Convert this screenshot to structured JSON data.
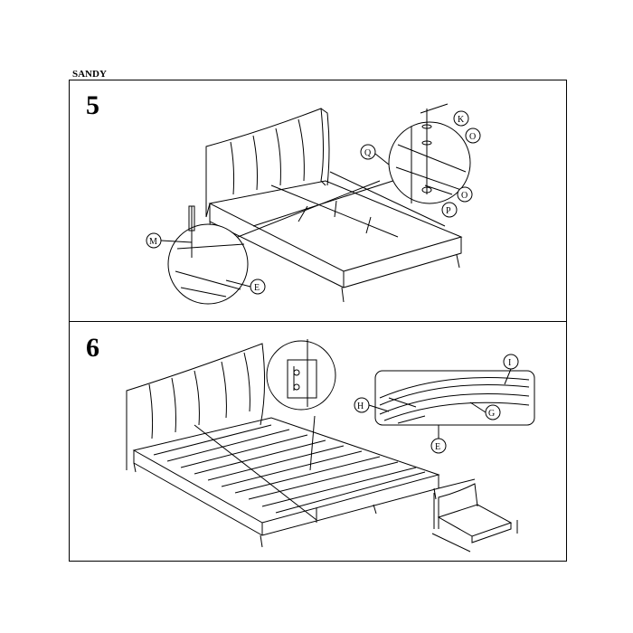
{
  "document": {
    "title": "SANDY"
  },
  "steps": [
    {
      "number": "5",
      "labels": [
        "K",
        "O",
        "Q",
        "O",
        "P",
        "M",
        "E"
      ]
    },
    {
      "number": "6",
      "labels": [
        "I",
        "H",
        "G",
        "E"
      ]
    }
  ]
}
